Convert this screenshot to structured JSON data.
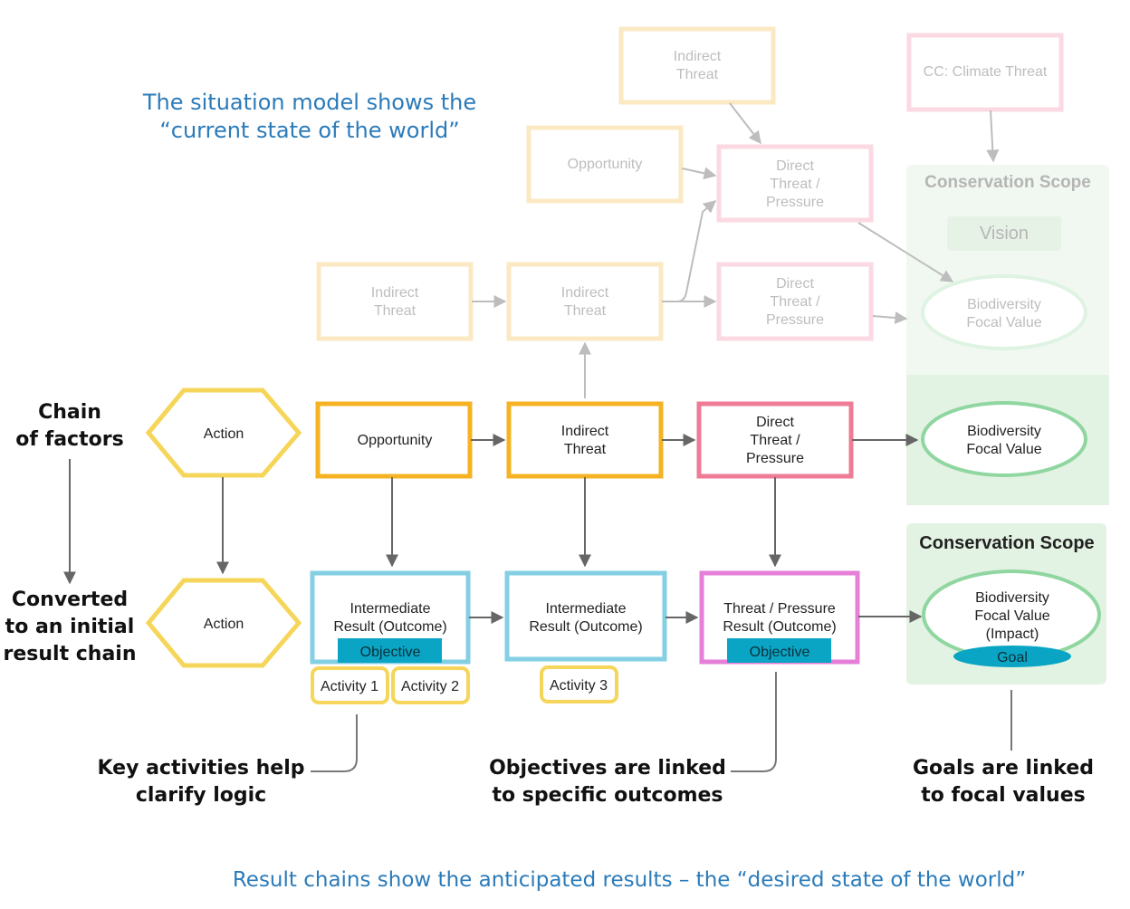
{
  "headings": {
    "situation_line1": "The situation model shows the",
    "situation_line2": "“current state of the world”",
    "result_chains": "Result chains show the anticipated results – the “desired state of the world”"
  },
  "side_labels": {
    "chain_line1": "Chain",
    "chain_line2": "of factors",
    "converted_line1": "Converted",
    "converted_line2": "to an initial",
    "converted_line3": "result chain"
  },
  "situation_faded": {
    "indirect_top_1": "Indirect",
    "indirect_top_2": "Threat",
    "cc_threat": "CC: Climate Threat",
    "opportunity": "Opportunity",
    "direct_a_1": "Direct",
    "direct_a_2": "Threat /",
    "direct_a_3": "Pressure",
    "scope_title": "Conservation Scope",
    "vision": "Vision",
    "indirect_left_1": "Indirect",
    "indirect_left_2": "Threat",
    "indirect_mid_1": "Indirect",
    "indirect_mid_2": "Threat",
    "direct_b_1": "Direct",
    "direct_b_2": "Threat /",
    "direct_b_3": "Pressure",
    "biodiv_1": "Biodiversity",
    "biodiv_2": "Focal Value"
  },
  "chain": {
    "action": "Action",
    "opportunity": "Opportunity",
    "indirect_1": "Indirect",
    "indirect_2": "Threat",
    "direct_1": "Direct",
    "direct_2": "Threat /",
    "direct_3": "Pressure",
    "biodiv_1": "Biodiversity",
    "biodiv_2": "Focal Value"
  },
  "result": {
    "action": "Action",
    "ir1_1": "Intermediate",
    "ir1_2": "Result (Outcome)",
    "objective_1": "Objective",
    "ir2_1": "Intermediate",
    "ir2_2": "Result (Outcome)",
    "tp_1": "Threat / Pressure",
    "tp_2": "Result (Outcome)",
    "objective_2": "Objective",
    "scope_title": "Conservation Scope",
    "impact_1": "Biodiversity",
    "impact_2": "Focal Value",
    "impact_3": "(Impact)",
    "goal": "Goal",
    "activity_1": "Activity 1",
    "activity_2": "Activity 2",
    "activity_3": "Activity 3"
  },
  "callouts": {
    "key_1": "Key activities help",
    "key_2": "clarify logic",
    "obj_1": "Objectives are linked",
    "obj_2": "to specific outcomes",
    "goals_1": "Goals are linked",
    "goals_2": "to focal values"
  },
  "colors": {
    "blue_text": "#2b7bb9",
    "yellow": "#f6d65a",
    "orange": "#f5b324",
    "pink": "#ee7c97",
    "magenta": "#e57fd7",
    "cyan": "#83cfe3",
    "teal": "#0aa5c4",
    "green": "#8fd6a0",
    "scope_bg": "#e3f3e3"
  }
}
